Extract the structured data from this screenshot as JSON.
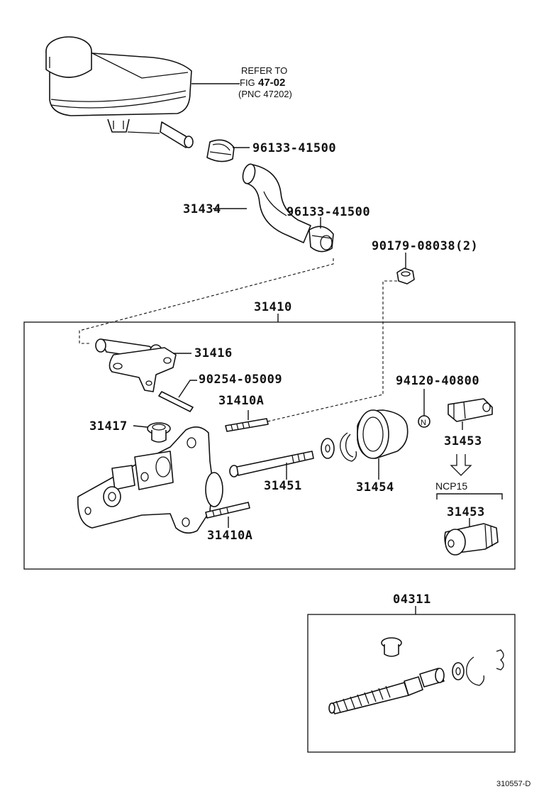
{
  "reference": {
    "line1": "REFER TO",
    "fig_prefix": "FIG",
    "fig_number": "47-02",
    "pnc": "(PNC 47202)"
  },
  "parts": {
    "clamp_upper": "96133-41500",
    "hose": "31434",
    "clamp_lower": "96133-41500",
    "nut": "90179-08038(2)",
    "assembly": "31410",
    "inlet_union": "31416",
    "pin": "90254-05009",
    "stud_upper": "31410A",
    "plug": "31417",
    "push_rod_bolt": "31451",
    "boot": "31454",
    "stud_lower": "31410A",
    "clevis_part": "94120-40800",
    "clevis_marker": "N",
    "clevis": "31453",
    "variant_label": "NCP15",
    "clevis_variant": "31453",
    "kit": "04311"
  },
  "footer": {
    "code": "310557-D"
  }
}
